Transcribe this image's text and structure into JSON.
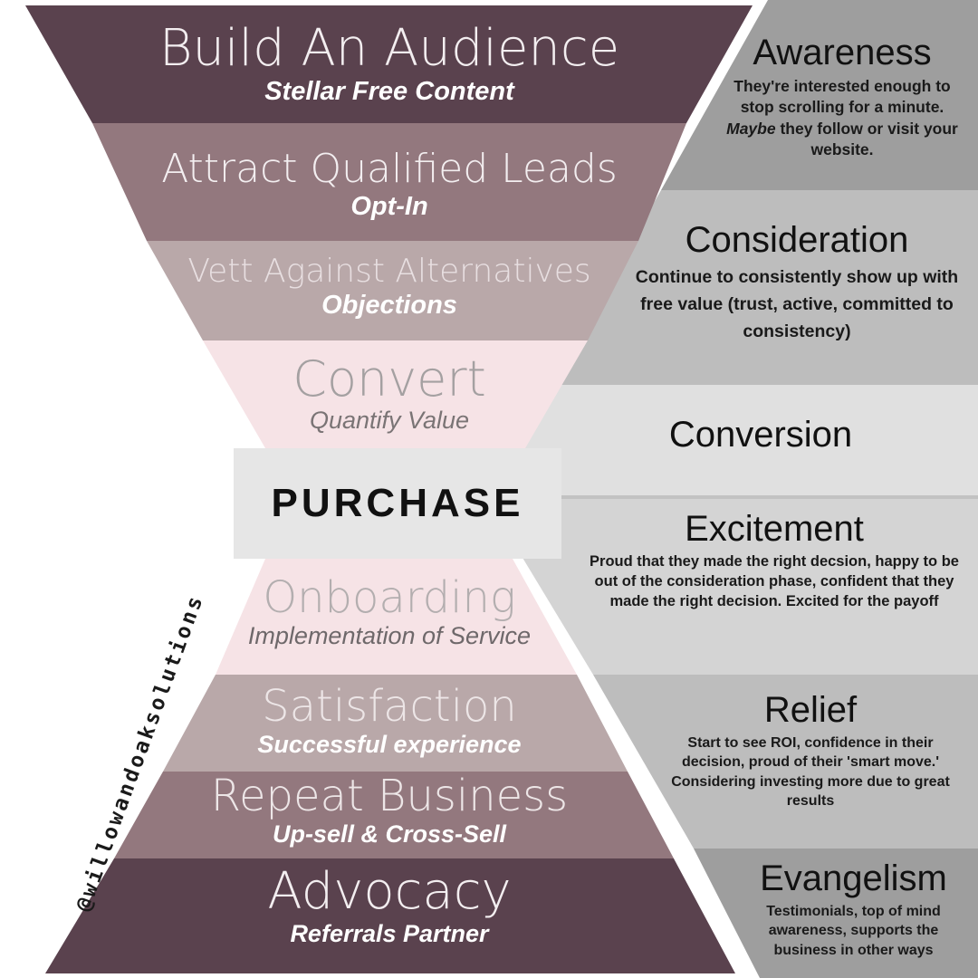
{
  "colors": {
    "dark": "#5a424e",
    "mid": "#93787e",
    "light": "#b9a8a9",
    "pink": "#f6e3e6",
    "gray_dark": "#9e9e9e",
    "gray_mid": "#bdbdbd",
    "gray_light": "#d4d4d4",
    "gray_lighter": "#e0e0e0",
    "purchase_box": "#e6e6e6"
  },
  "funnel_tiers": [
    {
      "title": "Build An Audience",
      "subtitle": "Stellar Free Content"
    },
    {
      "title": "Attract Qualified Leads",
      "subtitle": "Opt-In"
    },
    {
      "title": "Vett Against Alternatives",
      "subtitle": "Objections"
    },
    {
      "title": "Convert",
      "subtitle": "Quantify Value"
    },
    {
      "title": "Onboarding",
      "subtitle": "Implementation of Service"
    },
    {
      "title": "Satisfaction",
      "subtitle": "Successful experience"
    },
    {
      "title": "Repeat Business",
      "subtitle": "Up-sell & Cross-Sell"
    },
    {
      "title": "Advocacy",
      "subtitle": "Referrals Partner"
    }
  ],
  "purchase_label": "PURCHASE",
  "stages": {
    "awareness": {
      "title": "Awareness",
      "desc_before": "They're interested enough to stop scrolling for a minute. ",
      "desc_em": "Maybe",
      "desc_after": " they follow or visit your website."
    },
    "consideration": {
      "title": "Consideration",
      "desc": "Continue to consistently show up with free value (trust, active, committed to consistency)"
    },
    "conversion": {
      "title": "Conversion"
    },
    "excitement": {
      "title": "Excitement",
      "desc": "Proud that they made the right decsion, happy to be out of the consideration phase, confident that they made the right decision. Excited for the payoff"
    },
    "relief": {
      "title": "Relief",
      "desc": "Start to see ROI, confidence in their decision, proud of their  'smart move.' Considering investing more due to great results"
    },
    "evangelism": {
      "title": "Evangelism",
      "desc": "Testimonials, top of mind awareness, supports the business in other ways"
    }
  },
  "handle": "@willowandoaksolutions"
}
